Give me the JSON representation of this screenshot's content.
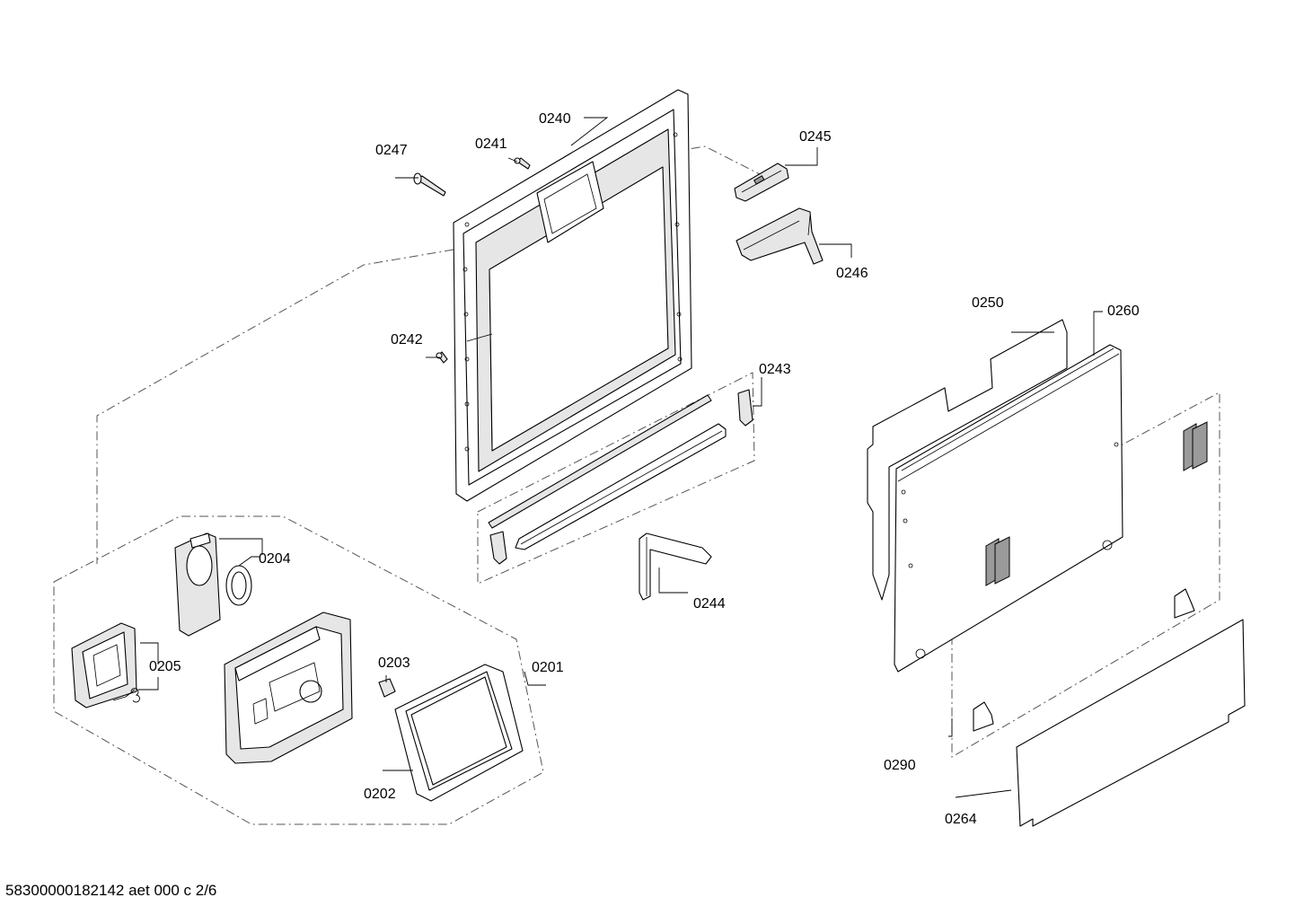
{
  "callouts": {
    "c0201": "0201",
    "c0202": "0202",
    "c0203": "0203",
    "c0204": "0204",
    "c0205": "0205",
    "c0240": "0240",
    "c0241": "0241",
    "c0242": "0242",
    "c0243": "0243",
    "c0244": "0244",
    "c0245": "0245",
    "c0246": "0246",
    "c0247": "0247",
    "c0250": "0250",
    "c0260": "0260",
    "c0264": "0264",
    "c0290": "0290"
  },
  "footer": {
    "document_code": "58300000182142 aet 000 c 2/6"
  }
}
